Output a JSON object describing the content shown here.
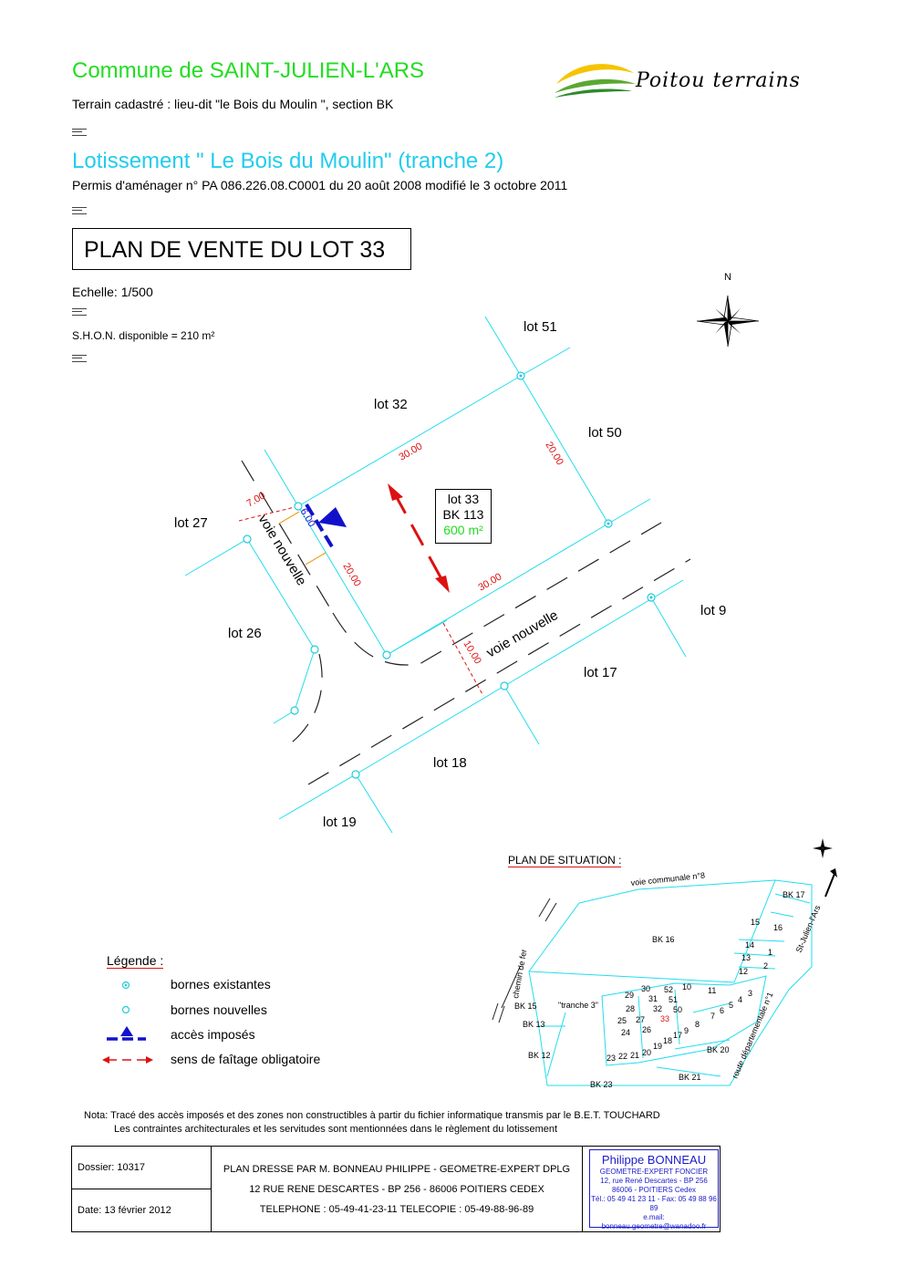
{
  "header": {
    "commune": "Commune de SAINT-JULIEN-L'ARS",
    "terrain": "Terrain cadastré : lieu-dit \"le Bois du Moulin \", section BK",
    "lotissement": "Lotissement \" Le Bois du Moulin\"  (tranche 2)",
    "permis": "Permis d'aménager n° PA 086.226.08.C0001 du 20 août 2008 modifié le 3 octobre 2011",
    "plan_title": "PLAN DE VENTE DU LOT 33",
    "echelle": "Echelle: 1/500",
    "shon": "S.H.O.N. disponible = 210 m²"
  },
  "logo": {
    "text": "Poitou terrains",
    "colors": [
      "#f5c400",
      "#5aa832"
    ]
  },
  "plan": {
    "north": "N",
    "lot33": {
      "name": "lot 33",
      "ref": "BK 113",
      "area": "600 m²"
    },
    "lots": {
      "lot51": "lot 51",
      "lot32": "lot 32",
      "lot50": "lot 50",
      "lot27": "lot 27",
      "lot26": "lot 26",
      "lot9": "lot 9",
      "lot17": "lot 17",
      "lot18": "lot 18",
      "lot19": "lot 19"
    },
    "roads": {
      "voie1": "voie nouvelle",
      "voie2": "voie nouvelle"
    },
    "dims": {
      "top": "30.00",
      "right": "20.00",
      "bottom": "30.00",
      "left": "20.00",
      "road_width_left": "7.00",
      "road_width_bottom": "10.00",
      "access": "6.00"
    },
    "colors": {
      "lines": "#22ddee",
      "dims": "#dd1111",
      "access": "#1111cc",
      "roads": "#222222"
    }
  },
  "legend": {
    "title": "Légende :",
    "items": [
      "bornes existantes",
      "bornes nouvelles",
      "accès imposés",
      "sens de faîtage obligatoire"
    ]
  },
  "situation": {
    "title": "PLAN DE SITUATION :",
    "voie_communale": "voie communale n°8",
    "chemin": "chemin de fer",
    "route": "route départementale n°1",
    "st_julien": "St-Julien-l'Ars",
    "tranche3": "\"tranche 3\"",
    "parcels": [
      "BK 17",
      "BK 16",
      "BK 15",
      "BK 13",
      "BK 12",
      "BK 23",
      "BK 21",
      "BK 20"
    ],
    "lots": [
      "15",
      "16",
      "14",
      "1",
      "13",
      "2",
      "12",
      "3",
      "11",
      "4",
      "5",
      "6",
      "10",
      "7",
      "52",
      "8",
      "51",
      "30",
      "29",
      "31",
      "9",
      "28",
      "32",
      "50",
      "27",
      "33",
      "25",
      "26",
      "17",
      "24",
      "18",
      "19",
      "20",
      "21",
      "22",
      "23"
    ]
  },
  "note": {
    "line1": "Nota: Tracé des accès imposés et des zones non constructibles à partir du fichier informatique transmis par le B.E.T. TOUCHARD",
    "line2": "Les contraintes architecturales et les servitudes sont mentionnées dans le règlement du lotissement"
  },
  "footer": {
    "dossier": "Dossier: 10317",
    "date": "Date: 13 février 2012",
    "line1": "PLAN DRESSE PAR M. BONNEAU PHILIPPE - GEOMETRE-EXPERT DPLG",
    "line2": "12 RUE RENE DESCARTES - BP 256 - 86006 POITIERS CEDEX",
    "line3": "TELEPHONE : 05-49-41-23-11   TELECOPIE : 05-49-88-96-89",
    "bonneau_name": "Philippe BONNEAU",
    "bonneau_title": "GEOMETRE-EXPERT FONCIER",
    "bonneau_addr1": "12, rue René Descartes - BP 256",
    "bonneau_addr2": "86006 - POITIERS Cedex",
    "bonneau_tel": "Tél.: 05 49 41 23 11 - Fax: 05 49 88 96 89",
    "bonneau_mail": "e.mail: bonneau.geometre@wanadoo.fr"
  }
}
